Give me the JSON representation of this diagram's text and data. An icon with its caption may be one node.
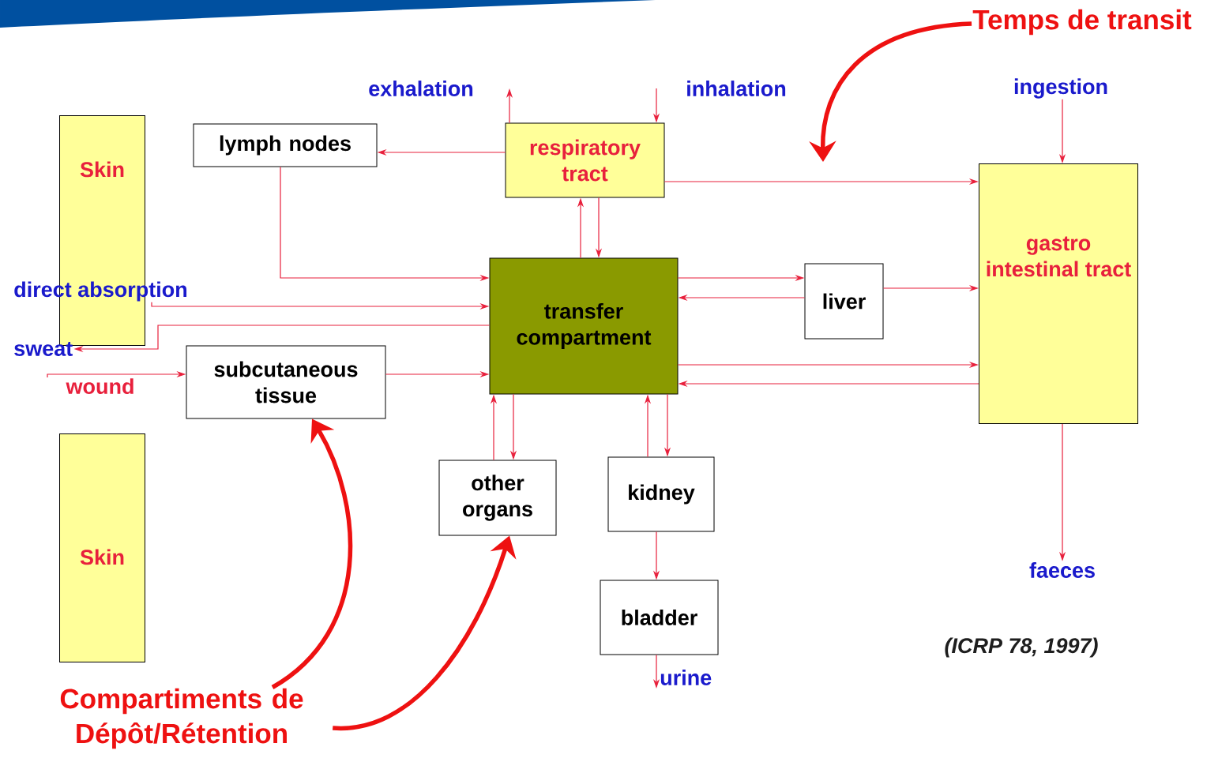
{
  "diagram": {
    "nodes": [
      {
        "text": [
          "Skin"
        ]
      },
      {
        "text": [
          "Skin"
        ]
      },
      {
        "text": [
          "lymph nodes"
        ]
      },
      {
        "text": [
          "respiratory tract"
        ]
      },
      {
        "text": [
          "transfer compartment"
        ]
      },
      {
        "text": [
          "liver"
        ]
      },
      {
        "text": [
          "gastro intestinal tract"
        ]
      },
      {
        "text": [
          "subcutaneous tissue"
        ]
      },
      {
        "text": [
          "other organs"
        ]
      },
      {
        "text": [
          "kidney"
        ]
      },
      {
        "text": [
          "bladder"
        ]
      },
      {
        "text": [
          "exhalation"
        ]
      },
      {
        "text": [
          "inhalation"
        ]
      },
      {
        "text": [
          "ingestion"
        ]
      },
      {
        "text": [
          "faeces"
        ]
      },
      {
        "text": [
          "urine"
        ]
      },
      {
        "text": [
          "direct absorption"
        ]
      },
      {
        "text": [
          "sweat"
        ]
      },
      {
        "text": [
          "wound"
        ]
      },
      {
        "text": [
          "Temps de transit"
        ]
      },
      {
        "text": [
          "Compartiments de Dépôt/Rétention"
        ]
      }
    ],
    "edges": [
      {
        "from": 3,
        "to": 11,
        "arrow": "to"
      },
      {
        "from": 12,
        "to": 3,
        "arrow": "to"
      },
      {
        "from": 3,
        "to": 2,
        "arrow": "to"
      },
      {
        "from": 2,
        "to": 4,
        "arrow": "to"
      },
      {
        "from": 4,
        "to": 3,
        "arrow": "to"
      },
      {
        "from": 3,
        "to": 4,
        "arrow": "to"
      },
      {
        "from": 3,
        "to": 6,
        "arrow": "to"
      },
      {
        "from": 4,
        "to": 5,
        "arrow": "to"
      },
      {
        "from": 5,
        "to": 4,
        "arrow": "to"
      },
      {
        "from": 5,
        "to": 6,
        "arrow": "to"
      },
      {
        "from": 4,
        "to": 6,
        "arrow": "to"
      },
      {
        "from": 6,
        "to": 4,
        "arrow": "to"
      },
      {
        "from": 13,
        "to": 6,
        "arrow": "to"
      },
      {
        "from": 6,
        "to": 14,
        "arrow": "to"
      },
      {
        "from": 16,
        "to": 4,
        "arrow": "to"
      },
      {
        "from": 4,
        "to": 17,
        "arrow": "to"
      },
      {
        "from": 18,
        "to": 7,
        "arrow": "to"
      },
      {
        "from": 7,
        "to": 4,
        "arrow": "to"
      },
      {
        "from": 8,
        "to": 4,
        "arrow": "to"
      },
      {
        "from": 4,
        "to": 8,
        "arrow": "to"
      },
      {
        "from": 9,
        "to": 4,
        "arrow": "to"
      },
      {
        "from": 4,
        "to": 9,
        "arrow": "to"
      },
      {
        "from": 9,
        "to": 10,
        "arrow": "to"
      },
      {
        "from": 10,
        "to": 15,
        "arrow": "to"
      },
      {
        "from": 19,
        "to": null,
        "arrow": "to",
        "style": "thick"
      },
      {
        "from": 20,
        "to": 7,
        "arrow": "to",
        "style": "thick"
      },
      {
        "from": 20,
        "to": 8,
        "arrow": "to",
        "style": "thick"
      }
    ],
    "labels": [
      "(ICRP 78, 1997)"
    ]
  }
}
